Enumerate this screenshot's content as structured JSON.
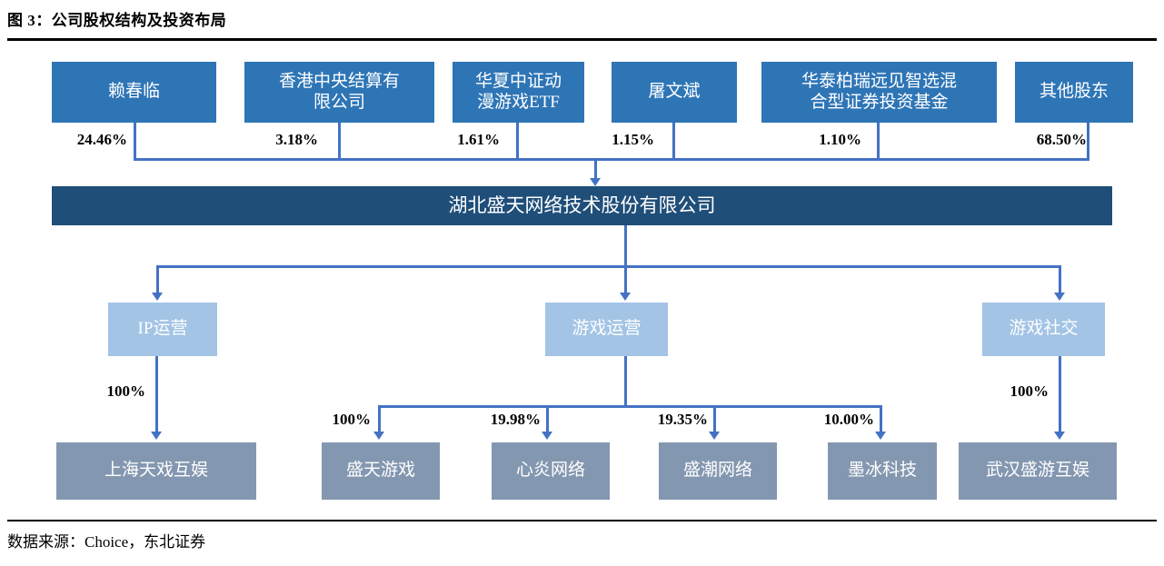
{
  "figure": {
    "title": "图 3：公司股权结构及投资布局",
    "source_note": "数据来源：Choice，东北证券"
  },
  "colors": {
    "shareholder_box": "#2E75B6",
    "company_box": "#1F4E79",
    "division_box": "#A3C4E5",
    "subsidiary_box": "#8497B0",
    "connector": "#4472C4",
    "rule": "#000000"
  },
  "chart_data": {
    "type": "diagram",
    "title": "图 3：公司股权结构及投资布局",
    "root": "湖北盛天网络技术股份有限公司",
    "shareholders": [
      {
        "name": "赖春临",
        "pct": "24.46%"
      },
      {
        "name": "香港中央结算有限公司",
        "pct": "3.18%"
      },
      {
        "name": "华夏中证动漫游戏ETF",
        "pct": "1.61%"
      },
      {
        "name": "屠文斌",
        "pct": "1.15%"
      },
      {
        "name": "华泰柏瑞远见智选混合型证券投资基金",
        "pct": "1.10%"
      },
      {
        "name": "其他股东",
        "pct": "68.50%"
      }
    ],
    "divisions": [
      {
        "name": "IP运营",
        "subsidiaries": [
          {
            "name": "上海天戏互娱",
            "pct": "100%"
          }
        ]
      },
      {
        "name": "游戏运营",
        "subsidiaries": [
          {
            "name": "盛天游戏",
            "pct": "100%"
          },
          {
            "name": "心炎网络",
            "pct": "19.98%"
          },
          {
            "name": "盛潮网络",
            "pct": "19.35%"
          },
          {
            "name": "墨冰科技",
            "pct": "10.00%"
          }
        ]
      },
      {
        "name": "游戏社交",
        "subsidiaries": [
          {
            "name": "武汉盛游互娱",
            "pct": "100%"
          }
        ]
      }
    ]
  },
  "nodes": {
    "shareholders": [
      {
        "label": "赖春临",
        "pct": "24.46%"
      },
      {
        "label": "香港中央结算有\n限公司",
        "pct": "3.18%"
      },
      {
        "label": "华夏中证动\n漫游戏ETF",
        "pct": "1.61%"
      },
      {
        "label": "屠文斌",
        "pct": "1.15%"
      },
      {
        "label": "华泰柏瑞远见智选混\n合型证券投资基金",
        "pct": "1.10%"
      },
      {
        "label": "其他股东",
        "pct": "68.50%"
      }
    ],
    "company": {
      "label": "湖北盛天网络技术股份有限公司"
    },
    "divisions": [
      {
        "label": "IP运营"
      },
      {
        "label": "游戏运营"
      },
      {
        "label": "游戏社交"
      }
    ],
    "subsidiaries": [
      {
        "label": "上海天戏互娱",
        "pct": "100%"
      },
      {
        "label": "盛天游戏",
        "pct": "100%"
      },
      {
        "label": "心炎网络",
        "pct": "19.98%"
      },
      {
        "label": "盛潮网络",
        "pct": "19.35%"
      },
      {
        "label": "墨冰科技",
        "pct": "10.00%"
      },
      {
        "label": "武汉盛游互娱",
        "pct": "100%"
      }
    ]
  }
}
